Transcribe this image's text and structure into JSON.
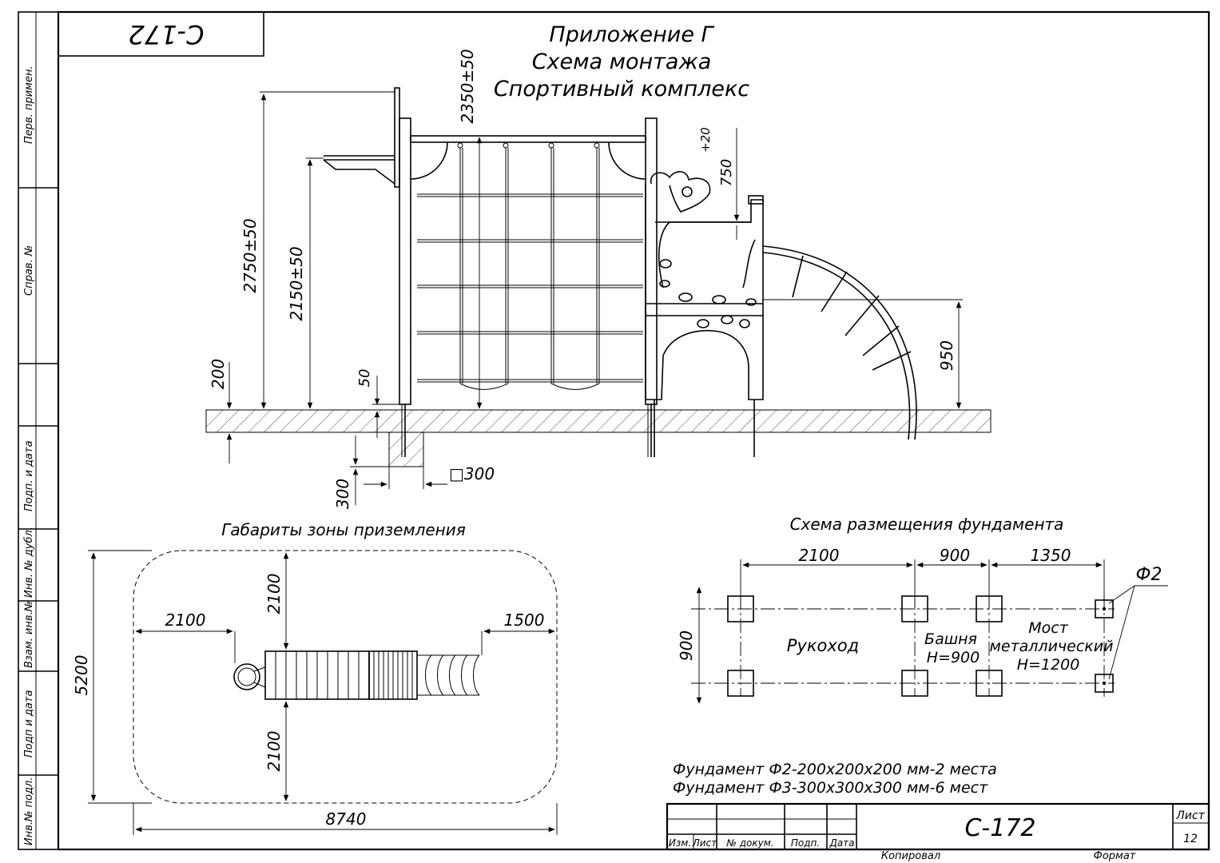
{
  "sheet": {
    "mirrored_code": "С-172",
    "title_lines": [
      "Приложение Г",
      "Схема монтажа",
      "Спортивный комплекс"
    ],
    "side_stamp": [
      "Перв. примен.",
      "Справ. №",
      "Подп. и дата",
      "Инв. № дубл.",
      "Взам. инв.№",
      "Подп и дата",
      "Инв.№ подл."
    ]
  },
  "elevation": {
    "dims": {
      "ground_200": "200",
      "total_height": "2750±50",
      "platform_height": "2150±50",
      "bars_height": "2350±50",
      "pipe_50": "50",
      "dog_750": "750",
      "dog_plus20": "+20",
      "bridge_950": "950",
      "found_300_h": "300",
      "found_300_sq": "□300"
    }
  },
  "landing_zone": {
    "title": "Габариты зоны приземления",
    "dims": {
      "top": "2100",
      "bottom": "2100",
      "left": "2100",
      "right": "1500",
      "height": "5200",
      "length": "8740"
    }
  },
  "foundation_plan": {
    "title": "Схема размещения фундамента",
    "spans": [
      "2100",
      "900",
      "1350"
    ],
    "width": "900",
    "phi_label": "Ф2",
    "zones": [
      "Рукоход",
      "Башня",
      "H=900",
      "Мост",
      "металлический",
      "H=1200"
    ]
  },
  "notes": [
    "Фундамент Ф2-200х200х200 мм-2 места",
    "Фундамент Ф3-300х300х300 мм-6 мест"
  ],
  "title_block": {
    "code": "С-172",
    "sheet_label": "Лист",
    "sheet_no": "12",
    "columns": [
      "Изм.",
      "Лист",
      "№ докум.",
      "Подп.",
      "Дата"
    ],
    "copied": "Копировал",
    "format": "Формат"
  }
}
